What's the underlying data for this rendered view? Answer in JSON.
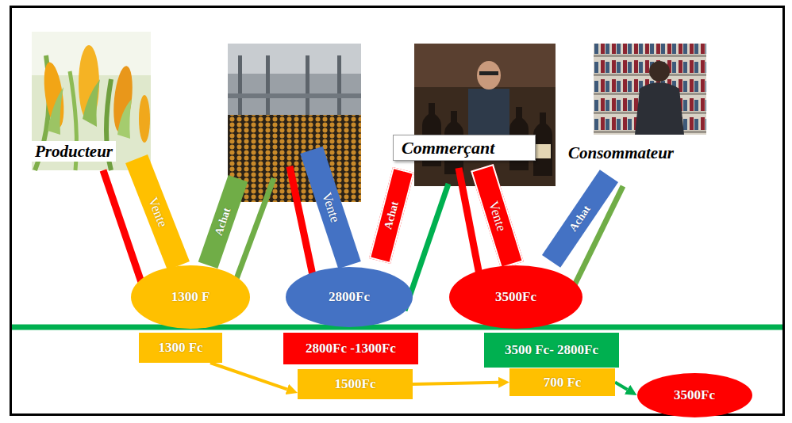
{
  "diagram": {
    "nodes": [
      {
        "text": [
          "Vente"
        ]
      },
      {
        "text": [
          "Achat"
        ]
      },
      {
        "text": [
          "1300 F"
        ]
      },
      {
        "text": [
          "Vente"
        ]
      },
      {
        "text": [
          "Achat"
        ]
      },
      {
        "text": [
          "2800Fc"
        ]
      },
      {
        "text": [
          "Vente"
        ]
      },
      {
        "text": [
          "Achat"
        ]
      },
      {
        "text": [
          "3500Fc"
        ]
      },
      {
        "text": [
          "1300 Fc"
        ]
      },
      {
        "text": [
          "2800Fc -1300Fc"
        ]
      },
      {
        "text": [
          "3500 Fc- 2800Fc"
        ]
      },
      {
        "text": [
          "1500Fc"
        ]
      },
      {
        "text": [
          "700 Fc"
        ]
      },
      {
        "text": [
          "3500Fc"
        ]
      }
    ],
    "edges": [
      {
        "from": 9,
        "to": 12,
        "arrow": "to"
      },
      {
        "from": 12,
        "to": 13,
        "arrow": "to"
      },
      {
        "from": 13,
        "to": 14,
        "arrow": "to"
      }
    ],
    "labels": [
      "Producteur",
      "Commerçant",
      "Consommateur"
    ]
  }
}
